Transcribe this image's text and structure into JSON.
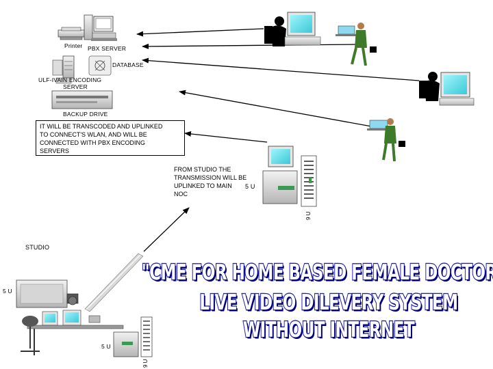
{
  "labels": {
    "printer": "Printer",
    "pbx_server": "PBX SERVER",
    "database": "DATABASE",
    "encoding_server_line1": "ULF-IVAIN ENCODING",
    "encoding_server_line2": "SERVER",
    "backup_drive": "BACKUP DRIVE",
    "studio": "STUDIO",
    "unit_right_small": "5 U",
    "unit_right_vertical": "9 U",
    "unit_studio_left": "5 U",
    "unit_studio_bottom": "5 U",
    "unit_studio_vertical": "9 U"
  },
  "transcode_note": {
    "lines": [
      "IT WILL BE TRANSCODED AND UPLINKED",
      "TO CONNECT'S WLAN, AND WILL BE",
      "CONNECTED WITH PBX ENCODING",
      "SERVERS"
    ]
  },
  "studio_note": {
    "lines": [
      "FROM STUDIO THE",
      "TRANSMISSION WILL BE",
      "UPLINKED TO MAIN",
      "NOC"
    ]
  },
  "headline": {
    "line1": "\"CME FOR HOME BASED FEMALE DOCTORS\"",
    "line2": "LIVE VIDEO DILEVERY SYSTEM",
    "line3": "WITHOUT INTERNET"
  },
  "colors": {
    "screen": "#5ee3f0",
    "title_stroke": "#1f1fb8",
    "suit": "#3d7a2a"
  }
}
